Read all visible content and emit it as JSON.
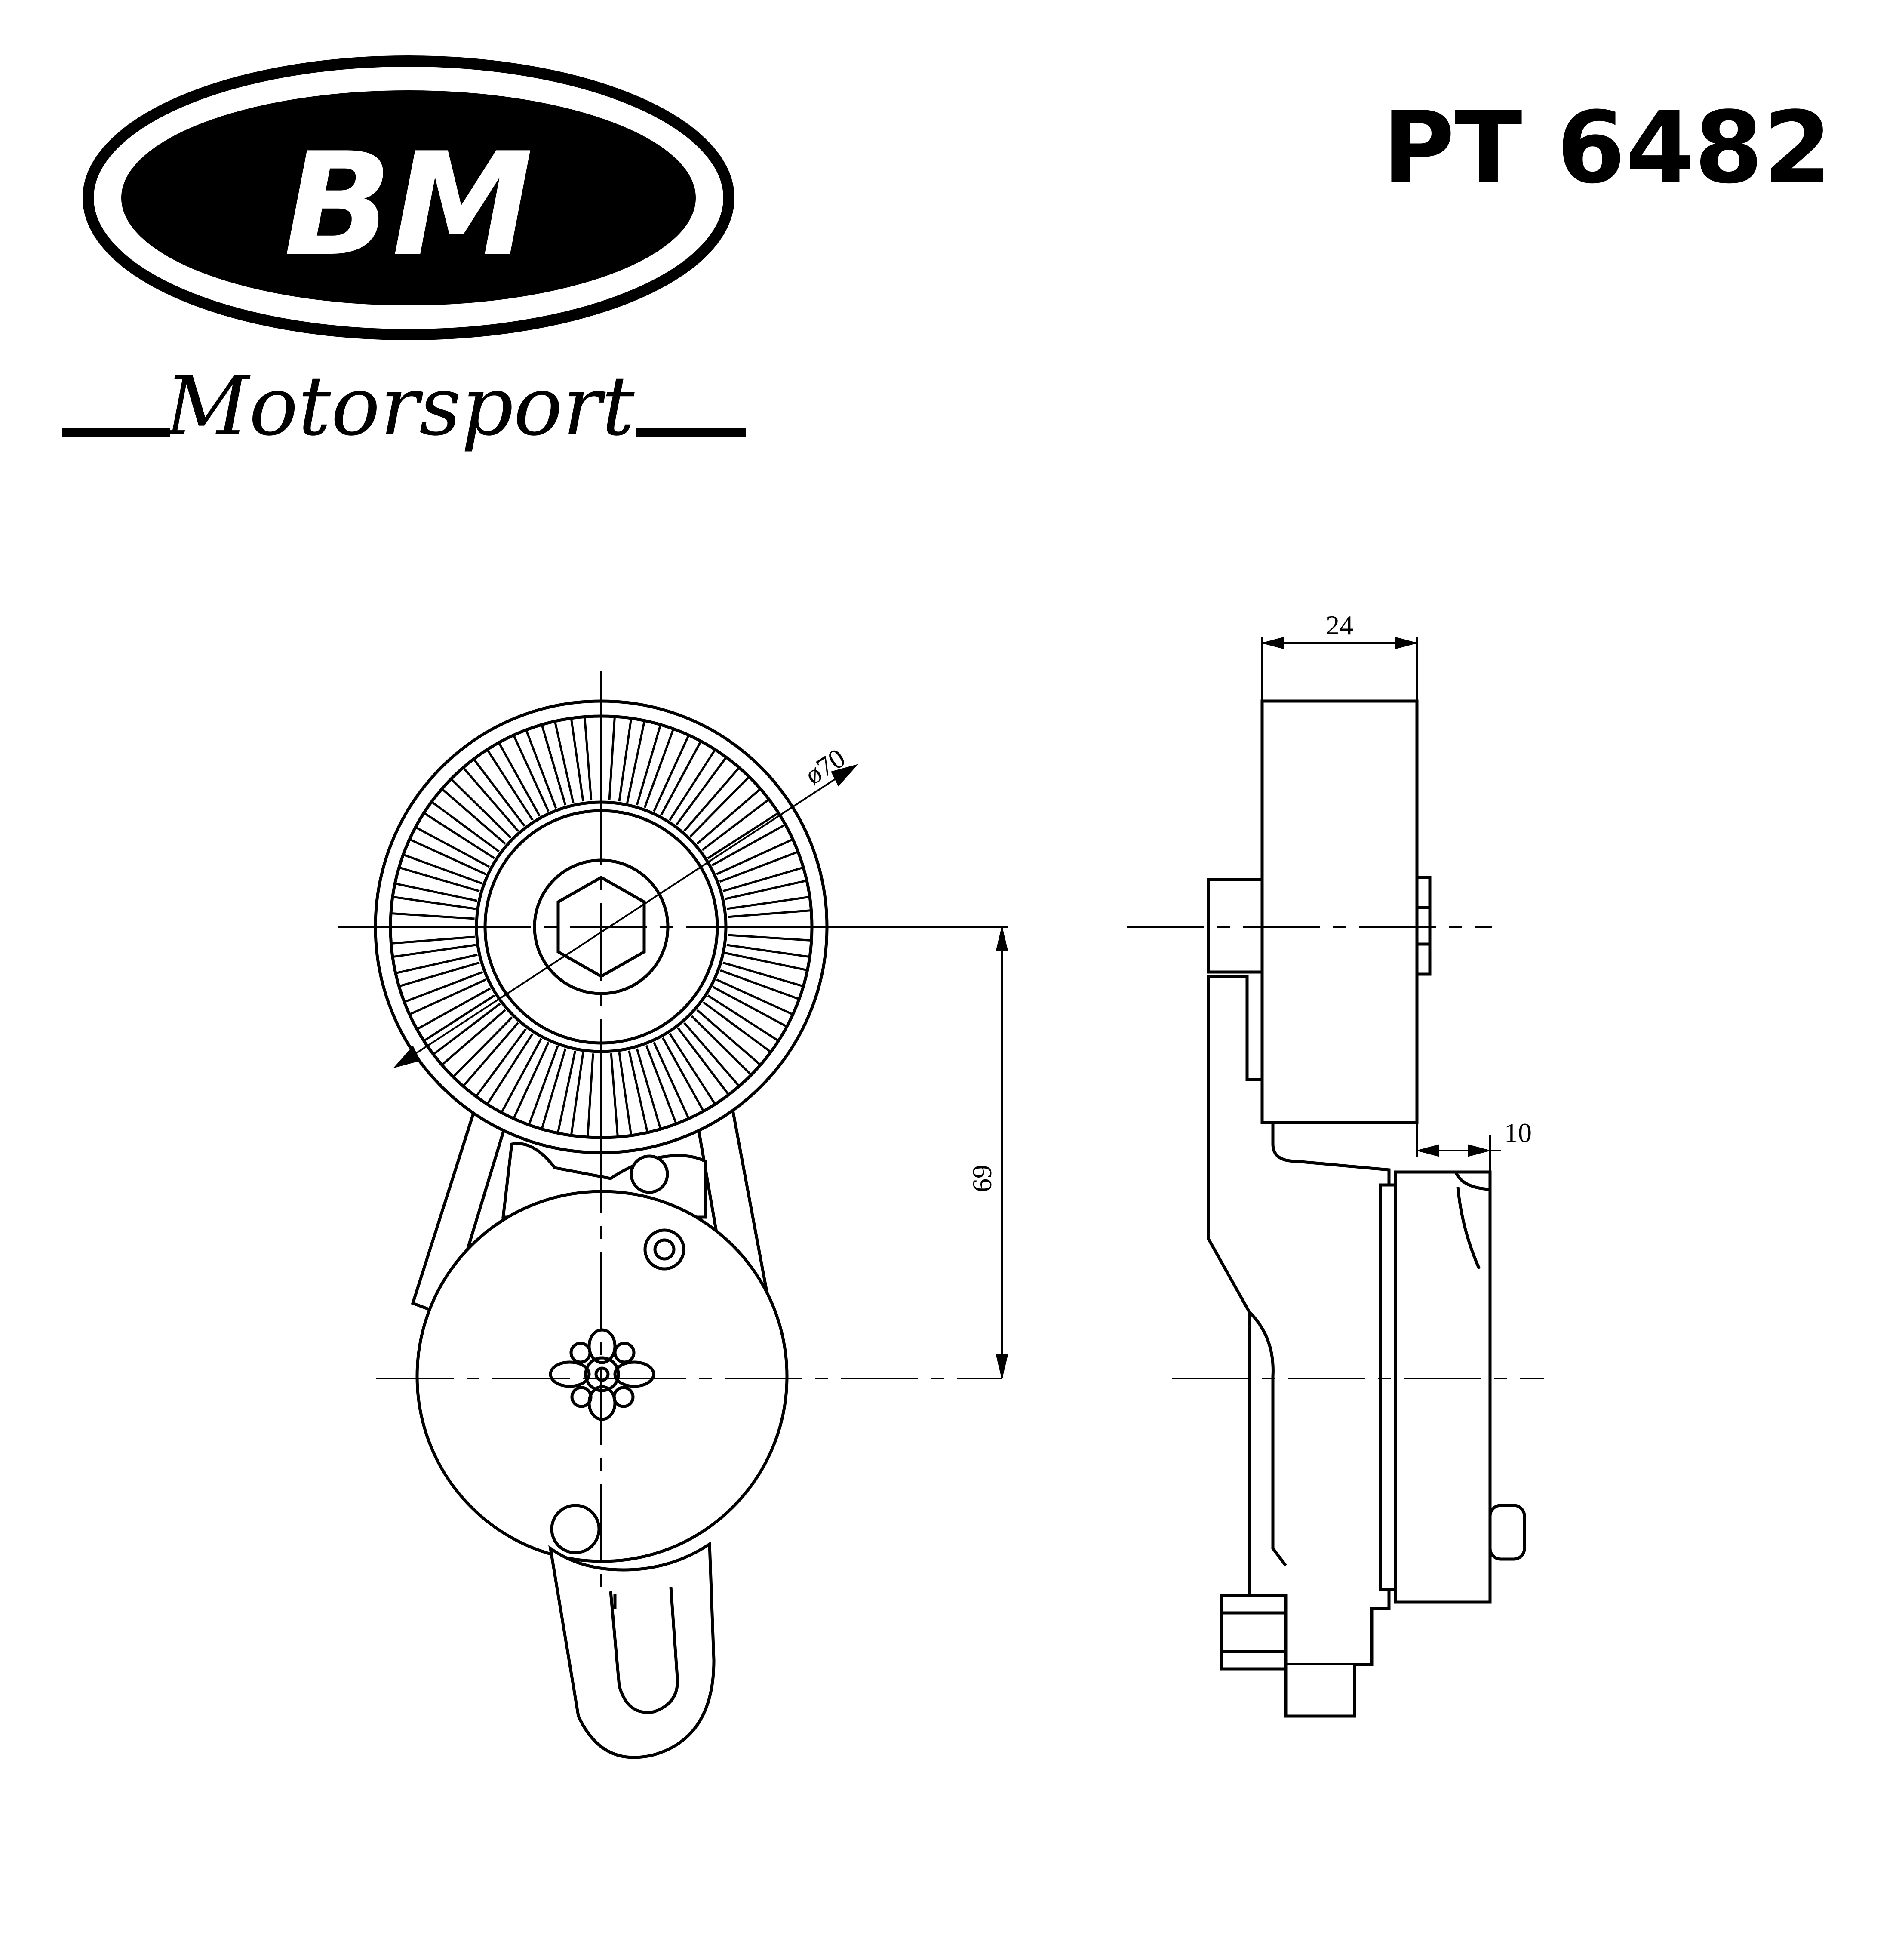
{
  "logo": {
    "brand": "BM",
    "tagline": "Motorsport"
  },
  "part_number": "PT 6482",
  "dimensions": {
    "pulley_diameter": "ø70",
    "pulley_width": "24",
    "center_distance": "69",
    "offset": "10"
  },
  "colors": {
    "ink": "#000000",
    "paper": "#ffffff"
  }
}
